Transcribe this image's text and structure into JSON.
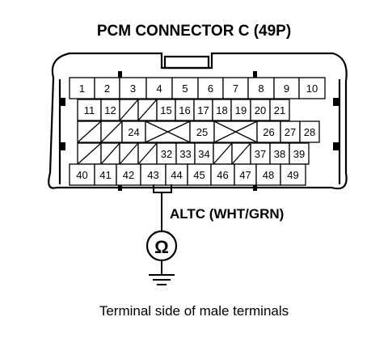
{
  "title": "PCM CONNECTOR C (49P)",
  "wire_label": "ALTC (WHT/GRN)",
  "meter_symbol": "Ω",
  "caption": "Terminal side of male terminals",
  "colors": {
    "line": "#000000",
    "background": "#ffffff"
  },
  "connector": {
    "rows": [
      [
        "1",
        "2",
        "3",
        "4",
        "5",
        "6",
        "7",
        "8",
        "9",
        "10"
      ],
      [
        "11",
        "12",
        "/",
        "/",
        "15",
        "16",
        "17",
        "18",
        "19",
        "20",
        "21"
      ],
      [
        "/",
        "/",
        "24",
        "X",
        "25",
        "X",
        "26",
        "27",
        "28"
      ],
      [
        "/",
        "/",
        "/",
        "/",
        "32",
        "33",
        "34",
        "/",
        "/",
        "37",
        "38",
        "39"
      ],
      [
        "40",
        "41",
        "42",
        "43",
        "44",
        "45",
        "46",
        "47",
        "48",
        "49"
      ]
    ],
    "highlighted_pin": "43"
  }
}
